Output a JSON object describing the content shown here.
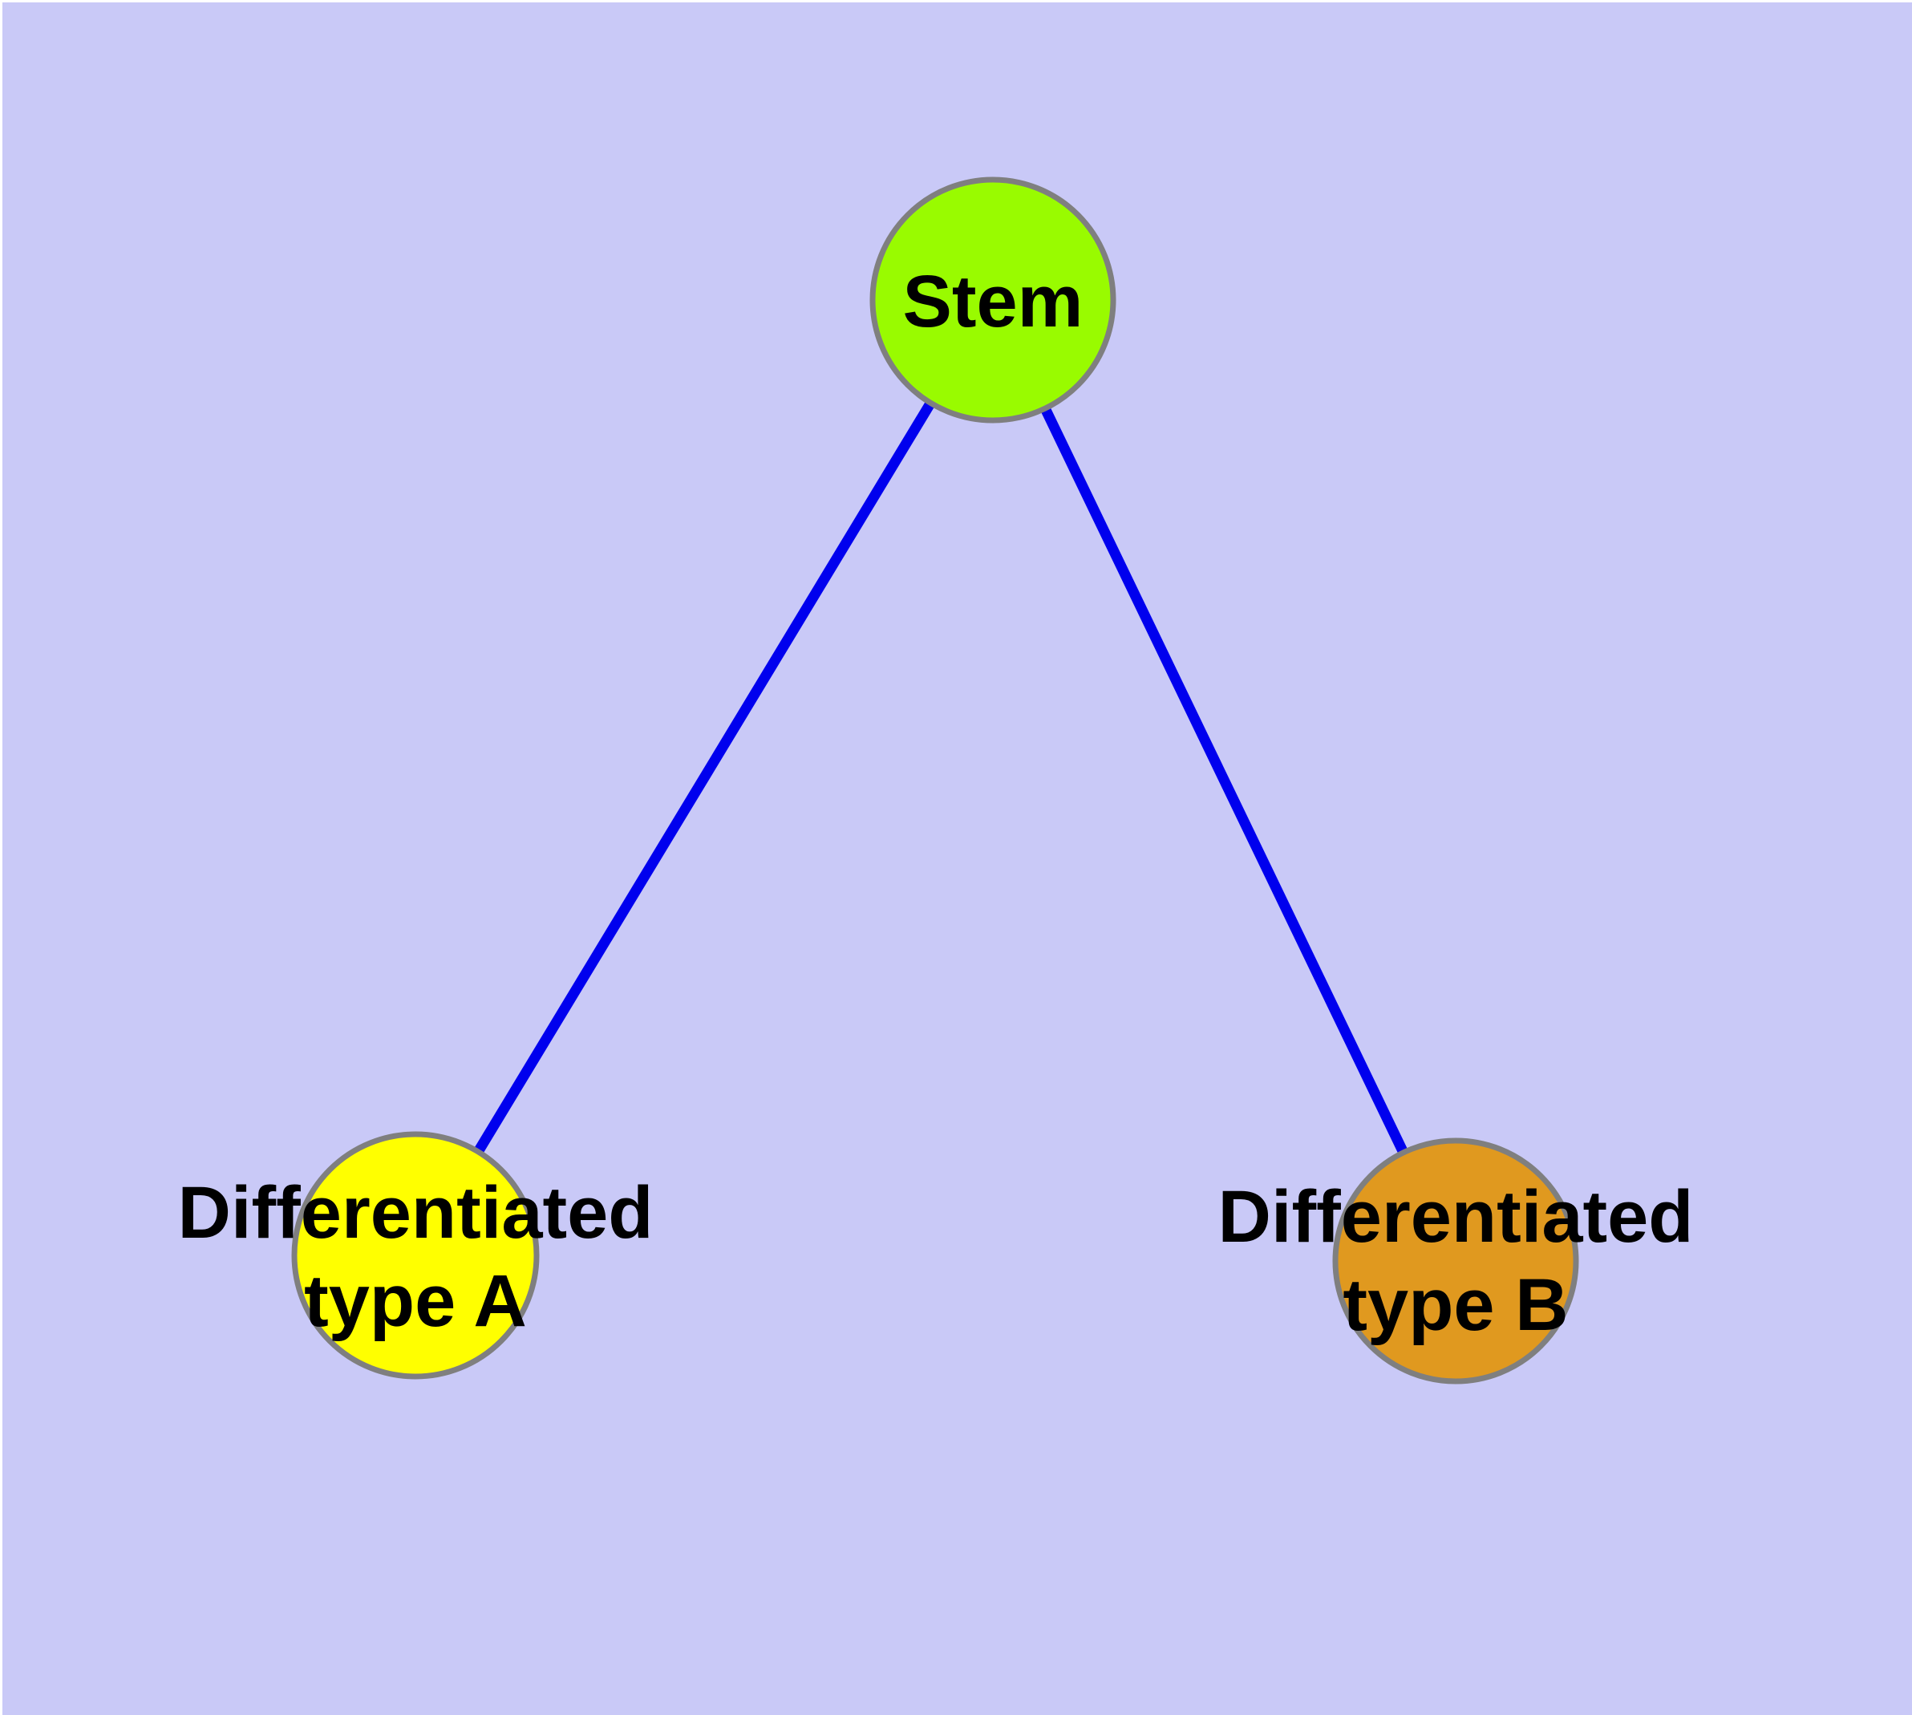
{
  "diagram": {
    "type": "graph",
    "description": "Stem cell differentiation diagram with one parent node and two child nodes",
    "colors": {
      "background": "#c9c9f7",
      "frame": "#ffffff",
      "text": "#000000",
      "node_border": "#7f7f7f",
      "edge": "#0000ee"
    },
    "nodes": [
      {
        "id": "stem",
        "label": "Stem",
        "line1": "Stem",
        "line2": "",
        "fill": "#99fb00"
      },
      {
        "id": "type-a",
        "label": "Differentiated type A",
        "line1": "Differentiated",
        "line2": "type A",
        "fill": "#ffff00"
      },
      {
        "id": "type-b",
        "label": "Differentiated type B",
        "line1": "Differentiated",
        "line2": "type B",
        "fill": "#e0991f"
      }
    ],
    "edges": [
      {
        "from": "Stem",
        "to": "Differentiated type A"
      },
      {
        "from": "Stem",
        "to": "Differentiated type B"
      }
    ]
  }
}
